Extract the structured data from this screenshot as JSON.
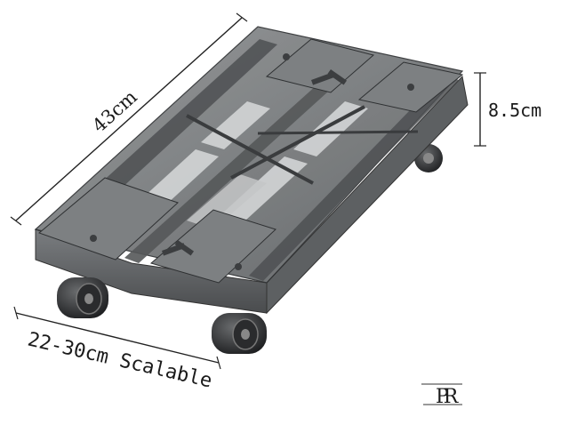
{
  "dimensions": {
    "length_label": "43cm",
    "height_label": "8.5cm",
    "width_label": "22-30cm Scalable"
  },
  "logo": {
    "monogram": "PR"
  },
  "colors": {
    "cart_body": "#6b6e70",
    "cart_dark": "#3a3c3e",
    "cart_light": "#a9acae",
    "wheel": "#2b2c2e",
    "dimension_line": "#222222"
  }
}
